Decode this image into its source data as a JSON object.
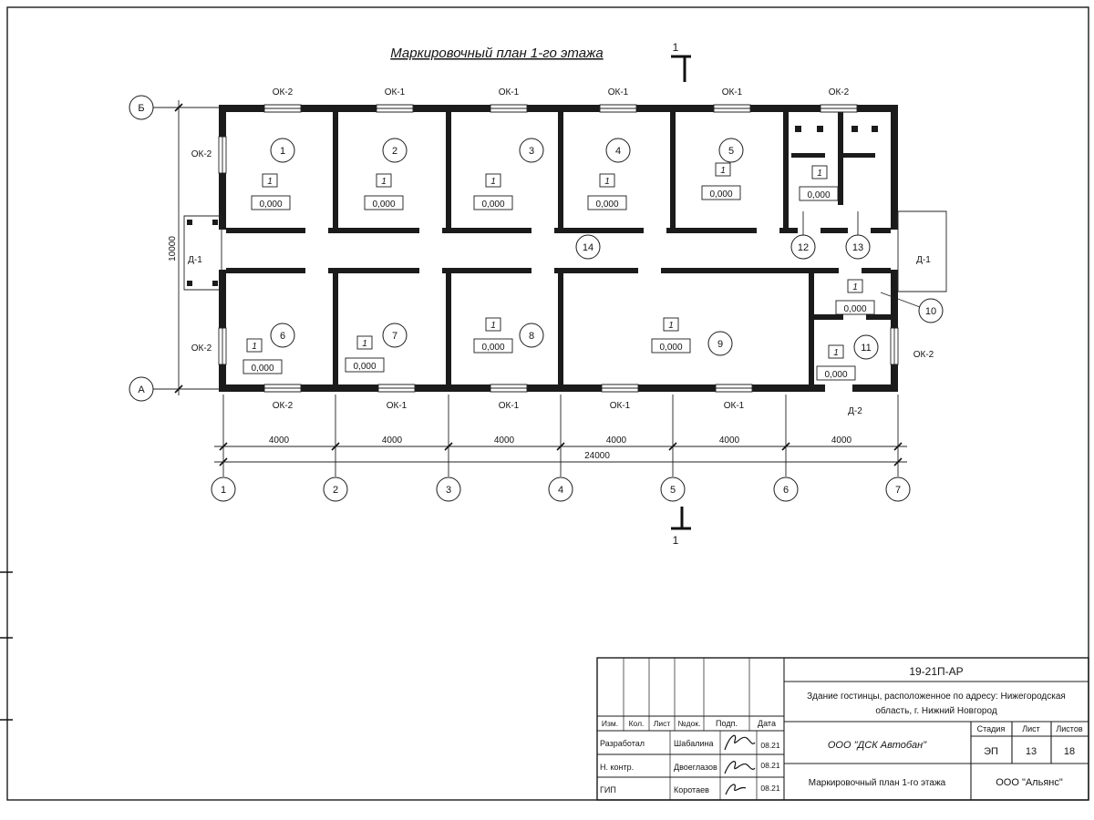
{
  "sheet": {
    "title": "Маркировочный план 1-го этажа",
    "section_label": "1"
  },
  "plan": {
    "rooms": [
      {
        "number": "1",
        "floor_type": "1",
        "elevation": "0,000"
      },
      {
        "number": "2",
        "floor_type": "1",
        "elevation": "0,000"
      },
      {
        "number": "3",
        "floor_type": "1",
        "elevation": "0,000"
      },
      {
        "number": "4",
        "floor_type": "1",
        "elevation": "0,000"
      },
      {
        "number": "5",
        "floor_type": "1",
        "elevation": "0,000"
      },
      {
        "number": "6",
        "floor_type": "1",
        "elevation": "0,000"
      },
      {
        "number": "7",
        "floor_type": "1",
        "elevation": "0,000"
      },
      {
        "number": "8",
        "floor_type": "1",
        "elevation": "0,000"
      },
      {
        "number": "9",
        "floor_type": "1",
        "elevation": "0,000"
      },
      {
        "number": "10",
        "floor_type": "1",
        "elevation": "0,000"
      },
      {
        "number": "11",
        "floor_type": "1",
        "elevation": "0,000"
      },
      {
        "number": "12",
        "floor_type": "1",
        "elevation": "0,000"
      },
      {
        "number": "13"
      },
      {
        "number": "14"
      }
    ],
    "window_labels_top": [
      "ОК-2",
      "ОК-1",
      "ОК-1",
      "ОК-1",
      "ОК-1",
      "ОК-2"
    ],
    "window_labels_bottom": [
      "ОК-2",
      "ОК-1",
      "ОК-1",
      "ОК-1",
      "ОК-1"
    ],
    "side_labels": {
      "left_window_top": "ОК-2",
      "left_door": "Д-1",
      "left_window_bottom": "ОК-2",
      "right_door": "Д-1",
      "right_window": "ОК-2",
      "bottom_door": "Д-2"
    },
    "axes_vertical": [
      "Б",
      "А"
    ],
    "axes_horizontal": [
      "1",
      "2",
      "3",
      "4",
      "5",
      "6",
      "7"
    ],
    "dims": {
      "segments": [
        "4000",
        "4000",
        "4000",
        "4000",
        "4000",
        "4000"
      ],
      "total": "24000",
      "height": "10000"
    }
  },
  "titleblock": {
    "doc_number": "19-21П-АР",
    "project_line1": "Здание гостинцы, расположенное по адресу: Нижегородская",
    "project_line2": "область, г. Нижний Новгород",
    "col_izm": "Изм.",
    "col_kol": "Кол.",
    "col_list": "Лист",
    "col_ndok": "№док.",
    "col_podp": "Подп.",
    "col_data": "Дата",
    "row1_role": "Разработал",
    "row1_name": "Шабалина",
    "row1_date": "08.21",
    "row2_role": "Н. контр.",
    "row2_name": "Двоеглазов",
    "row2_date": "08.21",
    "row3_role": "ГИП",
    "row3_name": "Коротаев",
    "row3_date": "08.21",
    "contractor": "ООО \"ДСК Автобан\"",
    "stage_label": "Стадия",
    "sheet_label": "Лист",
    "sheets_label": "Листов",
    "stage": "ЭП",
    "sheet_no": "13",
    "sheets_total": "18",
    "drawing_title": "Маркировочный план 1-го этажа",
    "company": "ООО \"Альянс\""
  }
}
